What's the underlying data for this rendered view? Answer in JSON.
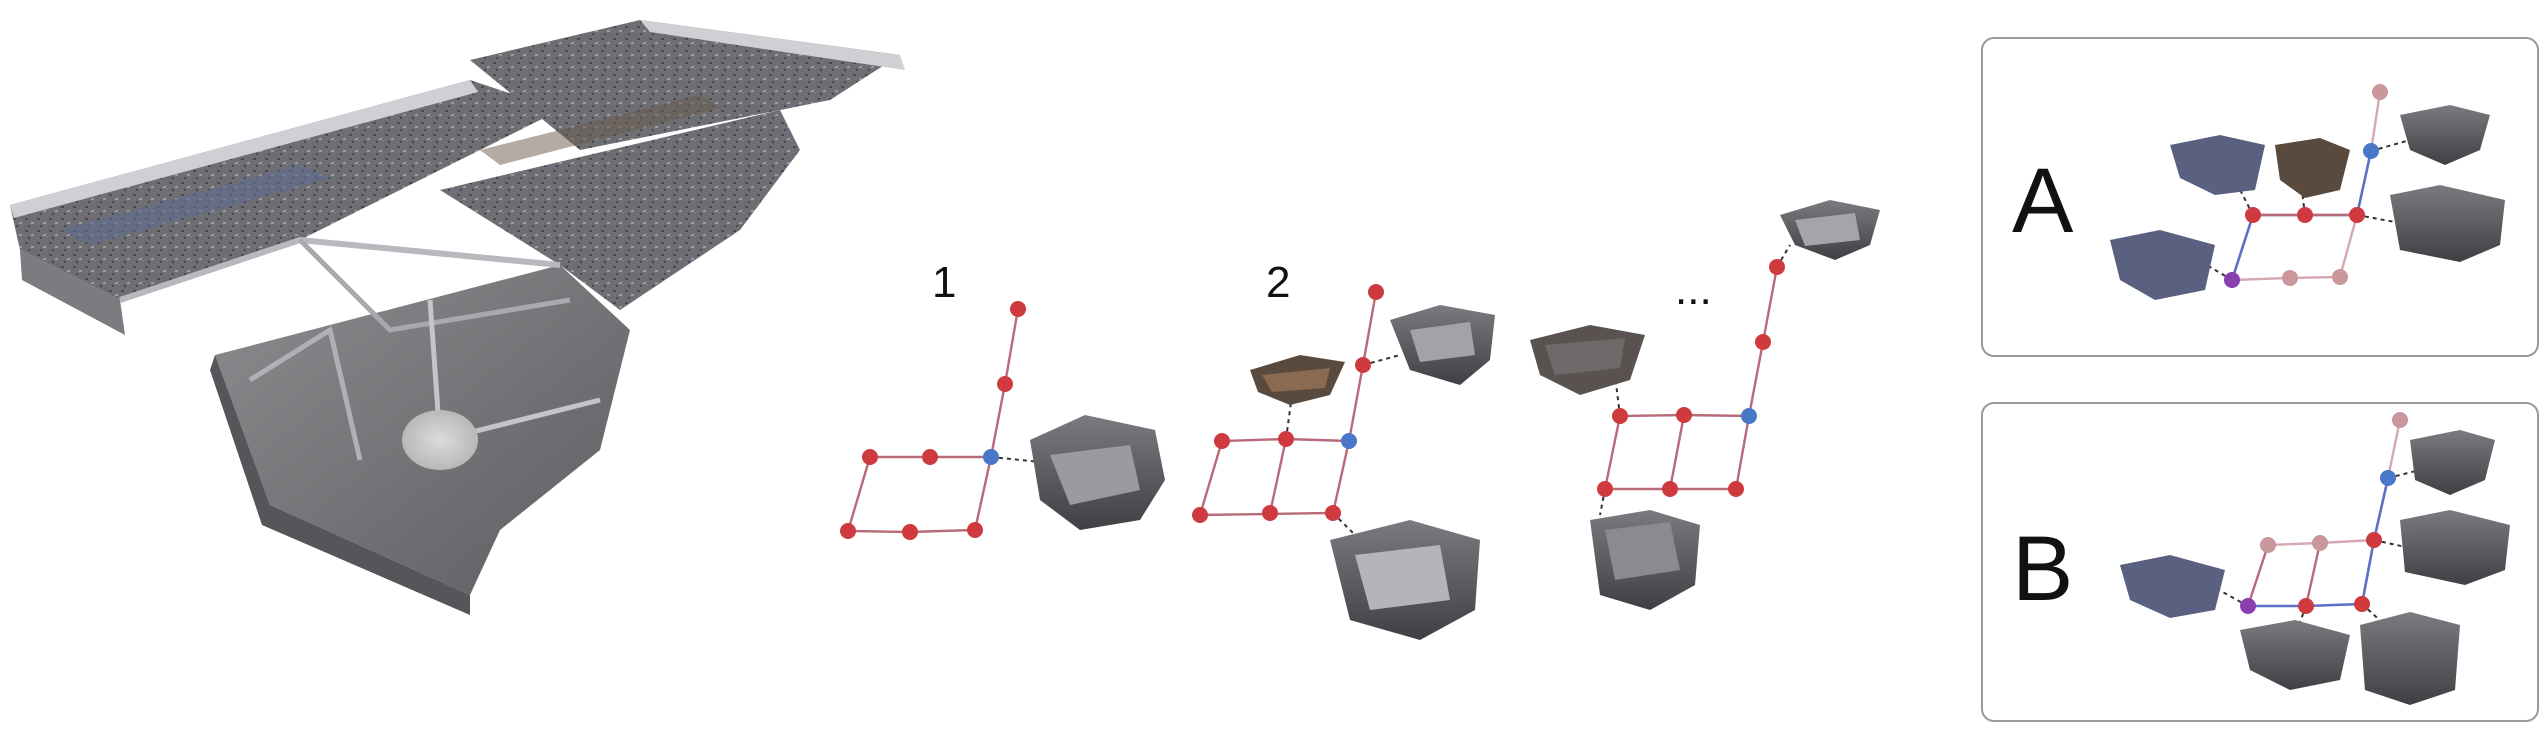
{
  "steps": {
    "step1": "1",
    "step2": "2",
    "ellipsis": "..."
  },
  "panels": {
    "a": "A",
    "b": "B"
  },
  "colors": {
    "node_red": "#cf3a3f",
    "node_blue": "#4a78c8",
    "node_purple": "#8a3fb0",
    "node_faded": "#c9979c",
    "panel_border": "#9a9a9a"
  }
}
